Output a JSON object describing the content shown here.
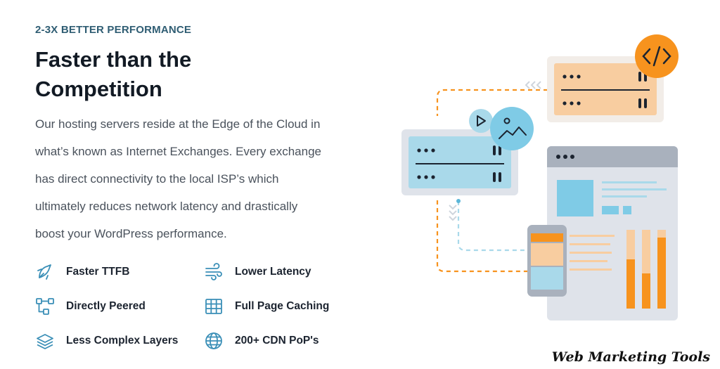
{
  "eyebrow": "2-3X BETTER PERFORMANCE",
  "headline": {
    "line1": "Faster than the",
    "line2": "Competition"
  },
  "description": [
    "Our hosting servers reside at the Edge of the Cloud in",
    "what’s known as Internet Exchanges. Every exchange",
    "has direct connectivity to the local ISP’s which",
    "ultimately reduces network latency and drastically",
    "boost your WordPress performance."
  ],
  "features": [
    {
      "label": "Faster TTFB",
      "icon": "speed-icon"
    },
    {
      "label": "Lower Latency",
      "icon": "wind-icon"
    },
    {
      "label": "Directly Peered",
      "icon": "network-icon"
    },
    {
      "label": "Full Page Caching",
      "icon": "grid-icon"
    },
    {
      "label": "Less Complex Layers",
      "icon": "layers-icon"
    },
    {
      "label": "200+ CDN PoP's",
      "icon": "globe-icon"
    }
  ],
  "watermark": "Web Marketing Tools",
  "colors": {
    "accent_teal": "#2f5d73",
    "icon_blue": "#3a8fb7",
    "orange": "#f7931e",
    "light_blue": "#a9d9ea",
    "peach": "#f8cda0",
    "panel_gray": "#dfe3ea"
  }
}
